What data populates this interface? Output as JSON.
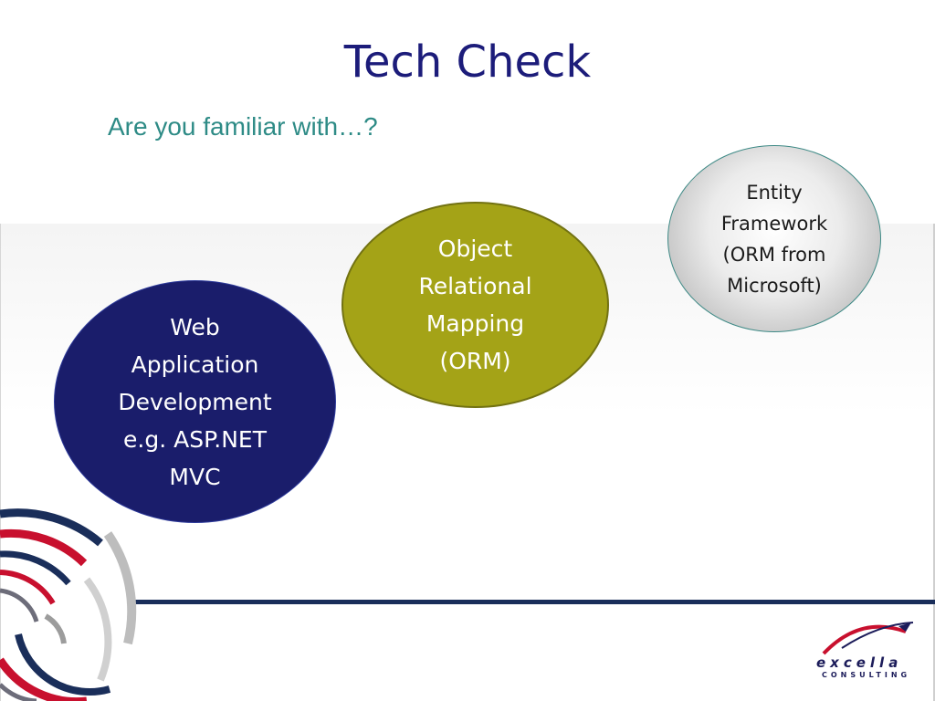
{
  "slide": {
    "title": "Tech Check",
    "subtitle": "Are you familiar with…?"
  },
  "bubbles": [
    {
      "id": "web",
      "text": "Web\nApplication\nDevelopment\ne.g. ASP.NET\nMVC",
      "color": "#1a1d6b"
    },
    {
      "id": "orm",
      "text": "Object\nRelational\nMapping\n(ORM)",
      "color": "#a4a317"
    },
    {
      "id": "ef",
      "text": "Entity\nFramework\n(ORM from\nMicrosoft)",
      "color": "#d9d9d9"
    }
  ],
  "logo": {
    "word": "excella",
    "tagline": "CONSULTING"
  },
  "colors": {
    "title": "#1c1c7a",
    "subtitle": "#2e8b86",
    "accent_red": "#c8102e",
    "rule": "#1a2e5a"
  }
}
